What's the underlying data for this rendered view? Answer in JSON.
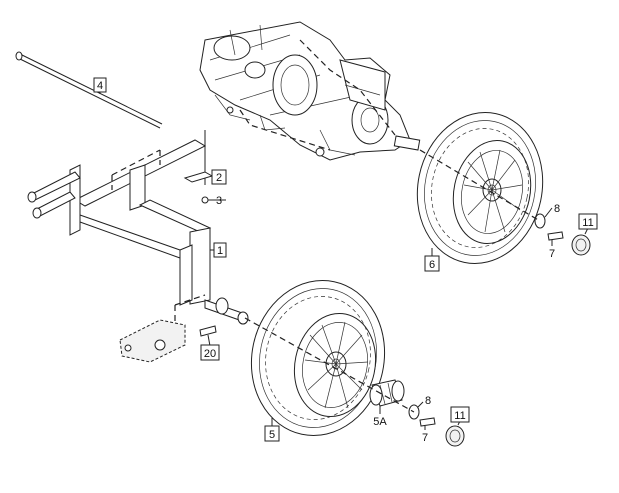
{
  "callouts": {
    "c1": "1",
    "c2": "2",
    "c3": "3",
    "c4": "4",
    "c5": "5",
    "c5a": "5A",
    "c6": "6",
    "c7_upper": "7",
    "c7_lower": "7",
    "c8_upper": "8",
    "c8_lower": "8",
    "c11_upper": "11",
    "c11_lower": "11",
    "c20": "20"
  }
}
